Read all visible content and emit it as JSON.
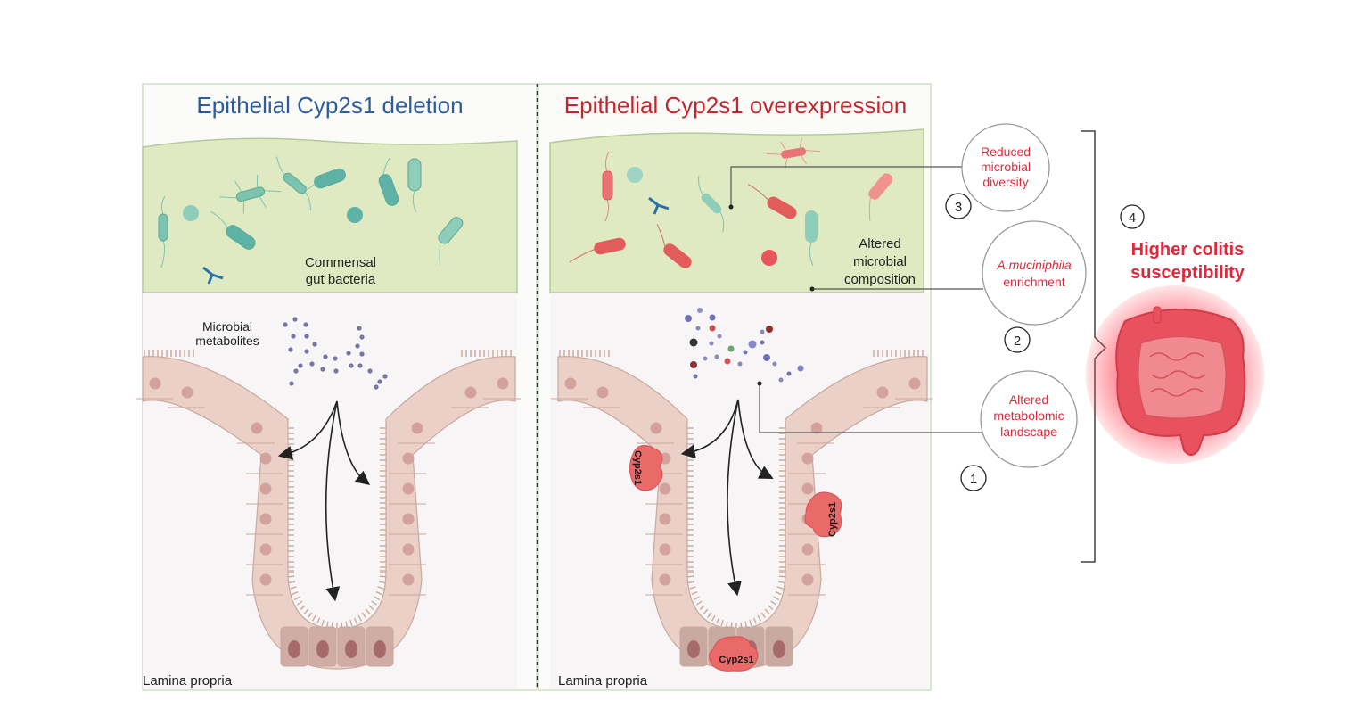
{
  "left_panel": {
    "title": "Epithelial Cyp2s1 deletion",
    "title_color": "#2f5c9e",
    "bacteria_label_line1": "Commensal",
    "bacteria_label_line2": "gut bacteria",
    "metabolites_label_line1": "Microbial",
    "metabolites_label_line2": "metabolites",
    "lamina_label": "Lamina propria"
  },
  "right_panel": {
    "title": "Epithelial Cyp2s1 overexpression",
    "title_color": "#c0282e",
    "composition_label_line1": "Altered",
    "composition_label_line2": "microbial",
    "composition_label_line3": "composition",
    "lamina_label": "Lamina propria",
    "protein_label": "Cyp2s1"
  },
  "callouts": [
    {
      "number": "3",
      "line1": "Reduced",
      "line2": "microbial",
      "line3": "diversity"
    },
    {
      "number": "2",
      "line1": "A.muciniphila",
      "line2": "enrichment"
    },
    {
      "number": "1",
      "line1": "Altered",
      "line2": "metabolomic",
      "line3": "landscape"
    }
  ],
  "outcome": {
    "number": "4",
    "line1": "Higher colitis",
    "line2": "susceptibility",
    "color": "#e0283a"
  },
  "colors": {
    "lumen_green": "#dfeac2",
    "callout_red": "#e0283a",
    "commensal_teal": "#6fbfae",
    "pathobiont_red": "#e25c5c",
    "cell_fill": "#e8c8bd",
    "cell_nucleus": "#d39e98"
  }
}
